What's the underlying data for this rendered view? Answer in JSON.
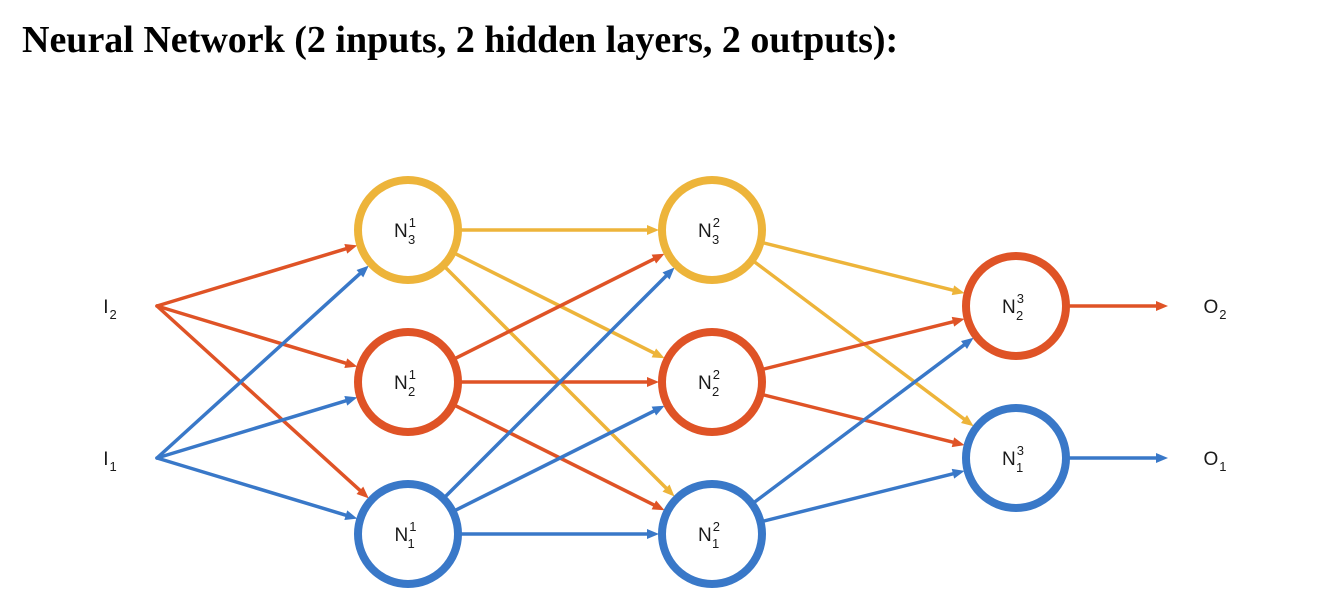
{
  "title": "Neural Network (2 inputs, 2 hidden layers, 2 outputs):",
  "colors": {
    "yellow": "#EDB43A",
    "orange": "#DF5326",
    "blue": "#3978C8"
  },
  "inputs": [
    {
      "id": "I1",
      "base": "I",
      "sub": "1",
      "color": "blue"
    },
    {
      "id": "I2",
      "base": "I",
      "sub": "2",
      "color": "orange"
    }
  ],
  "neurons": [
    {
      "id": "N11",
      "base": "N",
      "sup": "1",
      "sub": "1",
      "layer": 1,
      "color": "blue"
    },
    {
      "id": "N21",
      "base": "N",
      "sup": "1",
      "sub": "2",
      "layer": 1,
      "color": "orange"
    },
    {
      "id": "N31",
      "base": "N",
      "sup": "1",
      "sub": "3",
      "layer": 1,
      "color": "yellow"
    },
    {
      "id": "N12",
      "base": "N",
      "sup": "2",
      "sub": "1",
      "layer": 2,
      "color": "blue"
    },
    {
      "id": "N22",
      "base": "N",
      "sup": "2",
      "sub": "2",
      "layer": 2,
      "color": "orange"
    },
    {
      "id": "N32",
      "base": "N",
      "sup": "2",
      "sub": "3",
      "layer": 2,
      "color": "yellow"
    },
    {
      "id": "N13",
      "base": "N",
      "sup": "3",
      "sub": "1",
      "layer": 3,
      "color": "blue"
    },
    {
      "id": "N23",
      "base": "N",
      "sup": "3",
      "sub": "2",
      "layer": 3,
      "color": "orange"
    }
  ],
  "outputs": [
    {
      "id": "O1",
      "base": "O",
      "sub": "1"
    },
    {
      "id": "O2",
      "base": "O",
      "sub": "2"
    }
  ],
  "edges": [
    {
      "from": "I2",
      "to": "N31"
    },
    {
      "from": "I2",
      "to": "N21"
    },
    {
      "from": "I2",
      "to": "N11"
    },
    {
      "from": "I1",
      "to": "N31"
    },
    {
      "from": "I1",
      "to": "N21"
    },
    {
      "from": "I1",
      "to": "N11"
    },
    {
      "from": "N31",
      "to": "N32"
    },
    {
      "from": "N31",
      "to": "N22"
    },
    {
      "from": "N31",
      "to": "N12"
    },
    {
      "from": "N21",
      "to": "N32"
    },
    {
      "from": "N21",
      "to": "N22"
    },
    {
      "from": "N21",
      "to": "N12"
    },
    {
      "from": "N11",
      "to": "N32"
    },
    {
      "from": "N11",
      "to": "N22"
    },
    {
      "from": "N11",
      "to": "N12"
    },
    {
      "from": "N32",
      "to": "N23"
    },
    {
      "from": "N32",
      "to": "N13"
    },
    {
      "from": "N22",
      "to": "N23"
    },
    {
      "from": "N22",
      "to": "N13"
    },
    {
      "from": "N12",
      "to": "N23"
    },
    {
      "from": "N12",
      "to": "N13"
    },
    {
      "from": "N23",
      "to": "O2"
    },
    {
      "from": "N13",
      "to": "O1"
    }
  ]
}
